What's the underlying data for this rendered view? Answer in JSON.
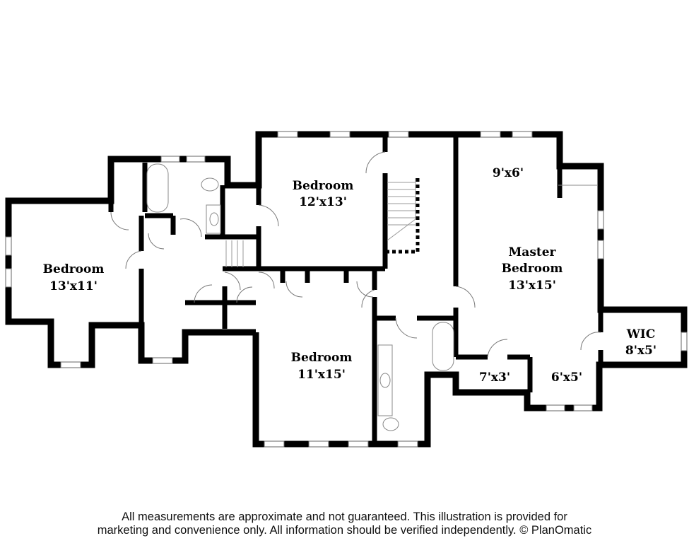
{
  "rooms": [
    {
      "name": "Bedroom",
      "size": "13'x11'"
    },
    {
      "name": "Bedroom",
      "size": "12'x13'"
    },
    {
      "name": "Bedroom",
      "size": "11'x15'"
    },
    {
      "name": "Master Bedroom",
      "line1": "Master",
      "line2": "Bedroom",
      "size": "13'x15'"
    },
    {
      "name": "WIC",
      "size": "8'x5'"
    },
    {
      "size": "9'x6'"
    },
    {
      "size": "7'x3'"
    },
    {
      "size": "6'x5'"
    }
  ],
  "footer": {
    "line1": "All measurements are approximate and not guaranteed. This illustration is provided for",
    "line2": "marketing and convenience only. All information should be verified independently. © PlanOmatic"
  },
  "colors": {
    "wall": "#000000",
    "background": "#ffffff",
    "fixture": "#888888"
  }
}
